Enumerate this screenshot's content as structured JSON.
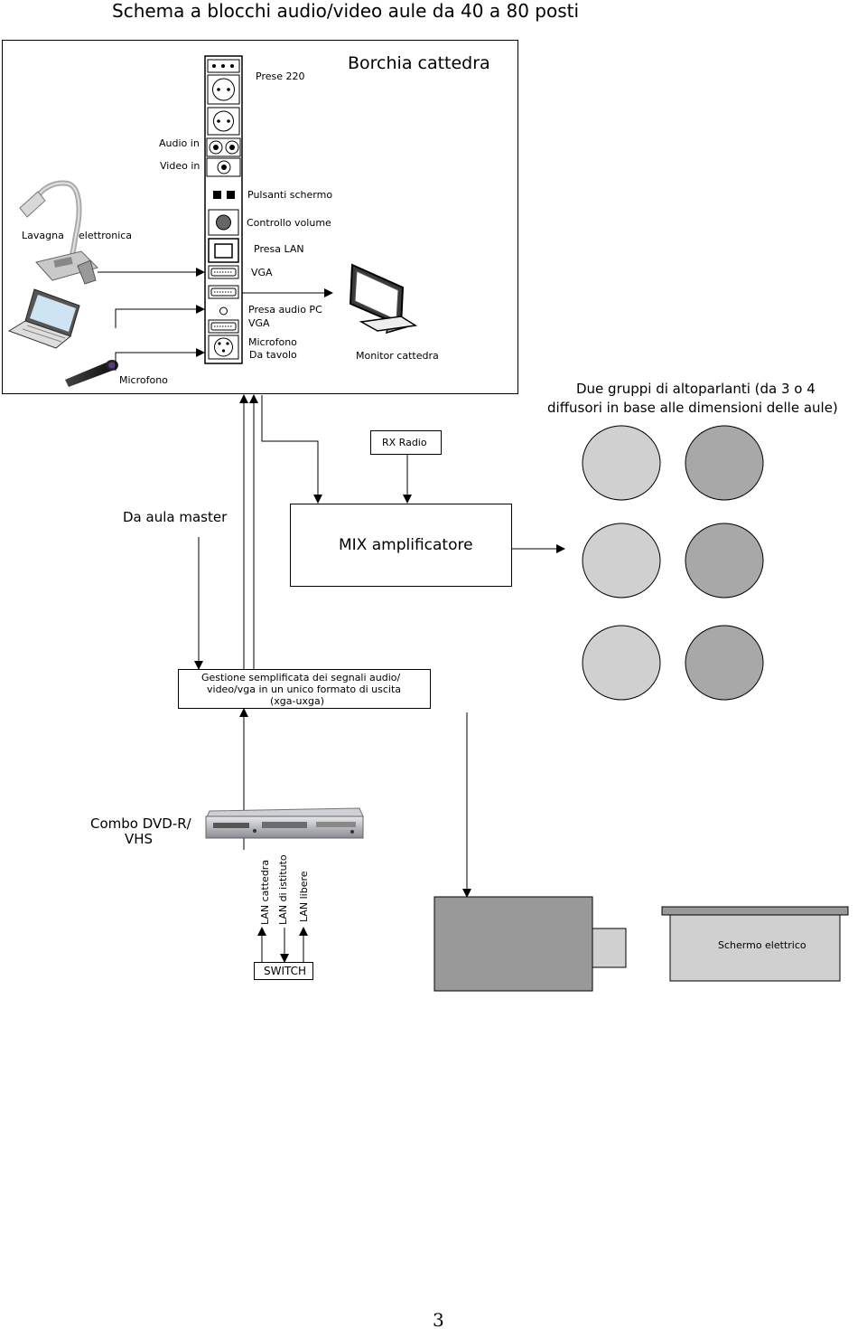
{
  "title": "Schema a blocchi audio/video aule da 40 a 80 posti",
  "borchia": {
    "title": "Borchia cattedra",
    "prese_220": "Prese 220",
    "audio_in": "Audio in",
    "video_in": "Video in",
    "pulsanti_schermo": "Pulsanti schermo",
    "controllo_volume": "Controllo volume",
    "presa_lan": "Presa LAN",
    "vga_1": "VGA",
    "presa_audio_pc": "Presa audio PC",
    "vga_2": "VGA",
    "microfono_line1": "Microfono",
    "microfono_line2": "Da tavolo"
  },
  "devices": {
    "lavagna": "Lavagna",
    "elettronica": "elettronica",
    "microfono": "Microfono",
    "monitor": "Monitor cattedra",
    "dvd_line1": "Combo DVD-R/",
    "dvd_line2": "VHS",
    "schermo": "Schermo elettrico"
  },
  "speakers": {
    "heading_line1": "Due gruppi di altoparlanti (da 3 o 4",
    "heading_line2": "diffusori in base alle dimensioni delle aule)",
    "colors": {
      "light": "#d0d0d0",
      "dark": "#a8a8a8"
    }
  },
  "blocks": {
    "rx_radio": "RX Radio",
    "da_aula_master": "Da aula master",
    "mix": "MIX amplificatore",
    "gestione_line1": "Gestione semplificata dei segnali audio/",
    "gestione_line2": "video/vga in un unico formato di uscita",
    "gestione_line3": "(xga-uxga)",
    "switch": "SWITCH"
  },
  "lan": {
    "cattedra": "LAN cattedra",
    "istituto": "LAN di istituto",
    "libere": "LAN libere"
  },
  "page_number": "3"
}
